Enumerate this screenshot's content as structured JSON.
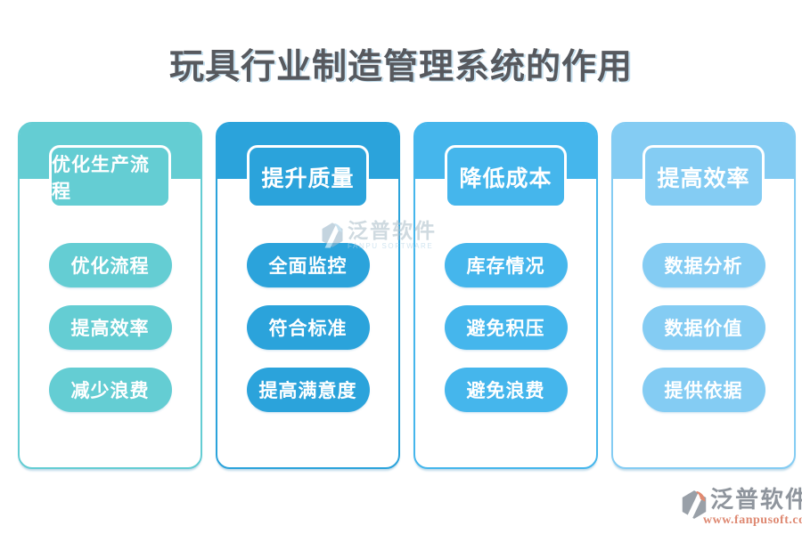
{
  "page": {
    "title": "玩具行业制造管理系统的作用",
    "background": "#ffffff",
    "title_color": "#57595e"
  },
  "columns": [
    {
      "header": "优化生产流程",
      "color": "#64cdd3",
      "items": [
        "优化流程",
        "提高效率",
        "减少浪费"
      ]
    },
    {
      "header": "提升质量",
      "color": "#2ba3db",
      "items": [
        "全面监控",
        "符合标准",
        "提高满意度"
      ]
    },
    {
      "header": "降低成本",
      "color": "#45b6ec",
      "items": [
        "库存情况",
        "避免积压",
        "避免浪费"
      ]
    },
    {
      "header": "提高效率",
      "color": "#84ccf3",
      "items": [
        "数据分析",
        "数据价值",
        "提供依据"
      ]
    }
  ],
  "watermark": {
    "brand": "泛普软件",
    "subtext": "FANPU SOFTWARE"
  },
  "footer_logo": {
    "brand": "泛普软件",
    "url": "www.fanpusoft.com",
    "gray": "#99a0a8",
    "orange": "#e18a70"
  }
}
